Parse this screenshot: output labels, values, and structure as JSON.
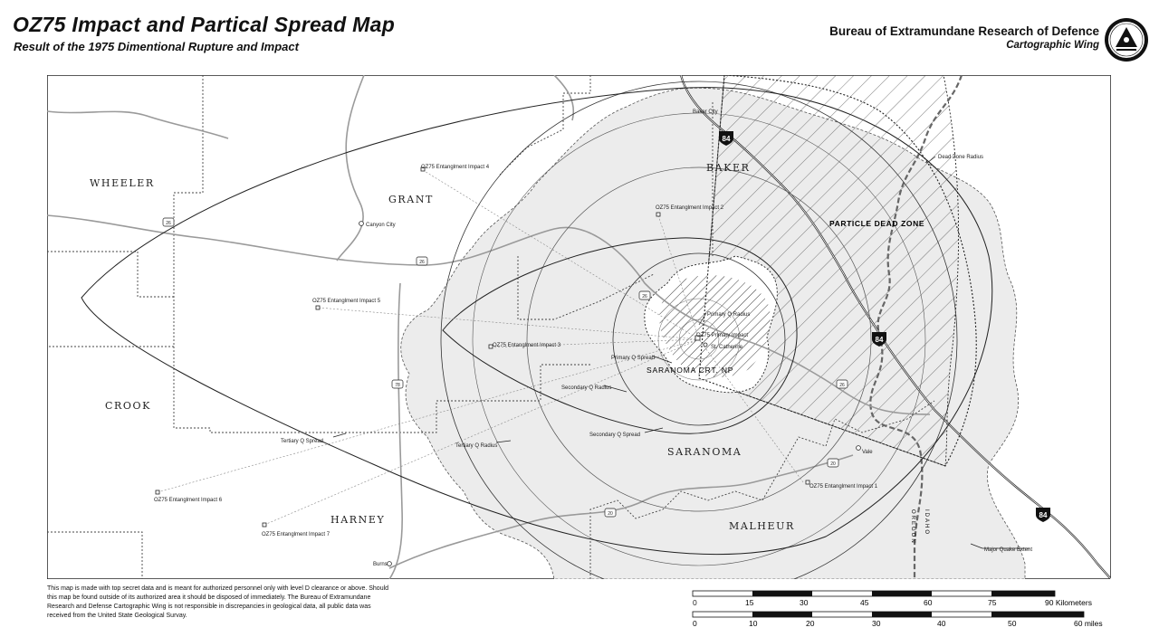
{
  "header": {
    "title": "OZ75 Impact and Partical Spread Map",
    "subtitle": "Result of the 1975 Dimentional Rupture and Impact",
    "org_name": "Bureau of Extramundane Research of Defence",
    "org_wing": "Cartographic Wing"
  },
  "map": {
    "counties": [
      "WHEELER",
      "GRANT",
      "BAKER",
      "CROOK",
      "HARNEY",
      "SARANOMA",
      "MALHEUR"
    ],
    "zones": {
      "dead_zone": "PARTICLE DEAD ZONE",
      "crater": "SARANOMA CRT. NP"
    },
    "towns": [
      "Baker City",
      "Canyon City",
      "Burns",
      "Vale",
      "St. Catherine"
    ],
    "impacts": [
      "OZ75 Primary Impact",
      "OZ75 Entanglment Impact 1",
      "OZ75 Entanglment Impact 2",
      "OZ75 Entanglment Impact 3",
      "OZ75 Entanglment Impact 4",
      "OZ75 Entanglment Impact 5",
      "OZ75 Entanglment Impact 6",
      "OZ75 Entanglment Impact 7"
    ],
    "annotations": [
      "Primary Q Radius",
      "Primary Q Spread",
      "Secondary Q Radius",
      "Secondary Q Spread",
      "Tertiary Q Spread",
      "Tertiary Q Radius",
      "Dead Zone Radius",
      "Major Quake Extent"
    ],
    "route_shields": [
      "84",
      "84",
      "84",
      "26",
      "26",
      "26",
      "26",
      "20",
      "20",
      "78"
    ],
    "state_labels": [
      "OREGON",
      "IDAHO"
    ],
    "colors": {
      "spread_fill": "#ececec",
      "crater_fill": "#ffffff",
      "line": "#222222",
      "road": "#9a9a9a"
    }
  },
  "disclaimer": "This map is made with top secret data and is meant for authorized personnel only with level D clearance or above. Should this map be found outside of its authorized area it should be disposed of immediately. The Bureau of Extramundane Research and Defense Cartographic Wing is not responsible in discrepancies in geological data, all public data was received from the United State Geological Survay.",
  "scale_km": {
    "ticks": [
      "0",
      "15",
      "30",
      "45",
      "60",
      "75",
      "90 Kilometers"
    ]
  },
  "scale_mi": {
    "ticks": [
      "0",
      "10",
      "20",
      "30",
      "40",
      "50",
      "60 miles"
    ]
  }
}
